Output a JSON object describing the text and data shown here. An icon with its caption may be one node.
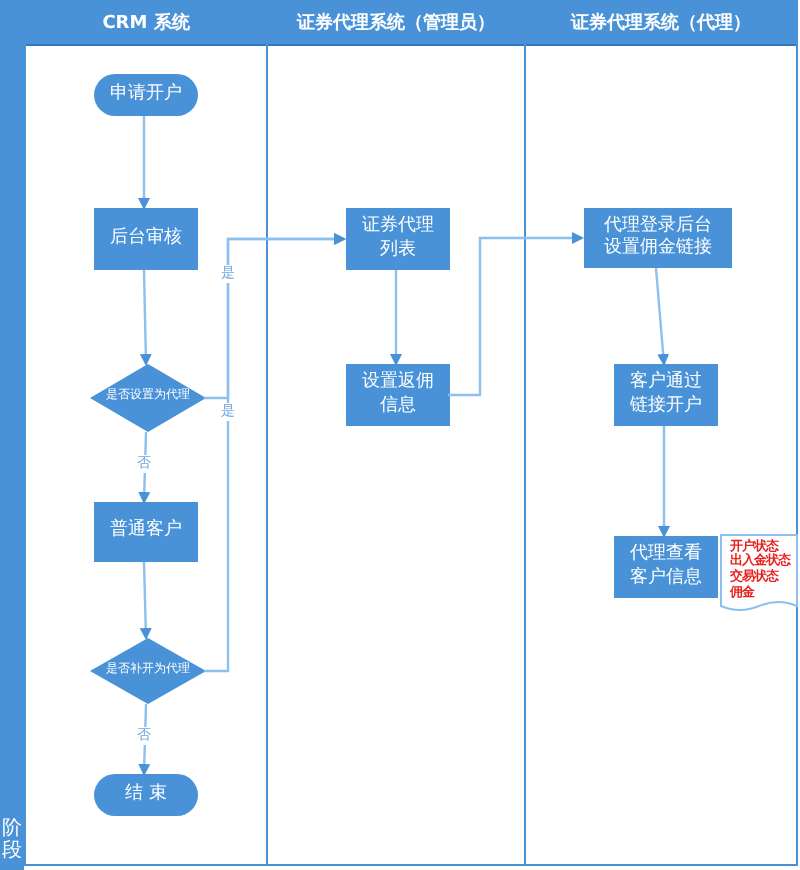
{
  "diagram": {
    "nodes": [
      {
        "text": [
          "CRM 系统"
        ]
      },
      {
        "text": [
          "证券代理系统（管理员）"
        ]
      },
      {
        "text": [
          "证券代理系统（代理）"
        ]
      },
      {
        "text": [
          "申请开户"
        ],
        "in": 0
      },
      {
        "text": [
          "后台审核"
        ],
        "in": 0
      },
      {
        "text": [
          "是否设置为代理"
        ],
        "in": 0
      },
      {
        "text": [
          "普通客户"
        ],
        "in": 0
      },
      {
        "text": [
          "是否补开为代理"
        ],
        "in": 0
      },
      {
        "text": [
          "结 束"
        ],
        "in": 0
      },
      {
        "text": [
          "证券代理列表"
        ],
        "in": 1
      },
      {
        "text": [
          "设置返佣信息"
        ],
        "in": 1
      },
      {
        "text": [
          "代理登录后台设置佣金链接"
        ],
        "in": 2
      },
      {
        "text": [
          "客户通过链接开户"
        ],
        "in": 2
      },
      {
        "text": [
          "代理查看客户信息"
        ],
        "in": 2
      },
      {
        "text": [
          "开户状态",
          "出入金状态",
          "交易状态",
          "佣金"
        ],
        "in": 2
      }
    ],
    "edges": [
      {
        "from": 3,
        "to": 4,
        "arrow": "to"
      },
      {
        "from": 4,
        "to": 5,
        "arrow": "to"
      },
      {
        "from": 5,
        "to": 6,
        "arrow": "to",
        "label": "否"
      },
      {
        "from": 5,
        "to": 9,
        "arrow": "to",
        "label": "是"
      },
      {
        "from": 7,
        "to": 9,
        "arrow": "to",
        "label": "是"
      },
      {
        "from": 6,
        "to": 7,
        "arrow": "to"
      },
      {
        "from": 7,
        "to": 8,
        "arrow": "to",
        "label": "否"
      },
      {
        "from": 9,
        "to": 10,
        "arrow": "to"
      },
      {
        "from": 10,
        "to": 11,
        "arrow": "to"
      },
      {
        "from": 11,
        "to": 12,
        "arrow": "to"
      },
      {
        "from": 12,
        "to": 13,
        "arrow": "to"
      }
    ],
    "labels": [
      "阶段"
    ]
  }
}
